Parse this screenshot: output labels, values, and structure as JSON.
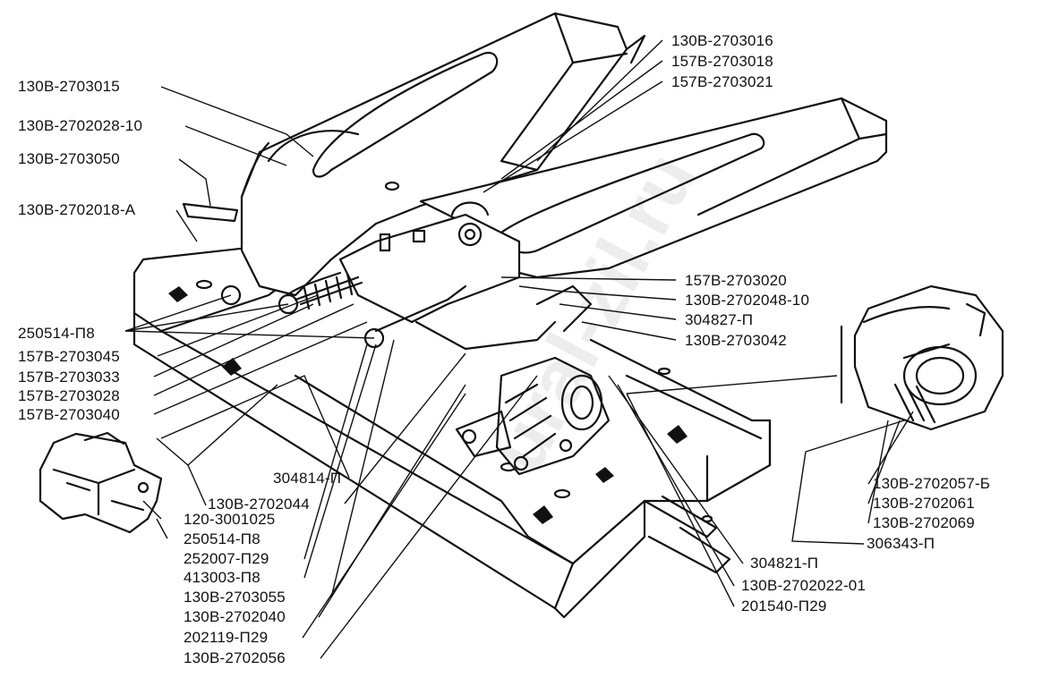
{
  "watermark": "ural-zil.ru",
  "colors": {
    "ink": "#111111",
    "paper": "#ffffff"
  },
  "callouts": {
    "p_130B_2703015": "130В-2703015",
    "p_130B_2702028_10": "130В-2702028-10",
    "p_130B_2703050": "130В-2703050",
    "p_130B_2702018_A": "130В-2702018-А",
    "p_250514_P8_a": "250514-П8",
    "p_157B_2703045": "157В-2703045",
    "p_157B_2703033": "157В-2703033",
    "p_157B_2703028": "157В-2703028",
    "p_157B_2703040": "157В-2703040",
    "p_130B_2703016": "130В-2703016",
    "p_157B_2703018": "157В-2703018",
    "p_157B_2703021": "157В-2703021",
    "p_157B_2703020": "157В-2703020",
    "p_130B_2702048_10": "130В-2702048-10",
    "p_304827_P": "304827-П",
    "p_130B_2703042": "130В-2703042",
    "p_304814_P": "304814-П",
    "p_130B_2702044": "130В-2702044",
    "p_120_3001025": "120-3001025",
    "p_250514_P8_b": "250514-П8",
    "p_252007_P29": "252007-П29",
    "p_413003_P8": "413003-П8",
    "p_130B_2703055": "130В-2703055",
    "p_130B_2702040": "130В-2702040",
    "p_202119_P29": "202119-П29",
    "p_130B_2702056": "130В-2702056",
    "p_304821_P": "304821-П",
    "p_130B_2702022_01": "130В-2702022-01",
    "p_201540_P29": "201540-П29",
    "p_130B_2702057_B": "130В-2702057-Б",
    "p_130B_2702061": "130В-2702061",
    "p_130B_2702069": "130В-2702069",
    "p_306343_P": "306343-П"
  }
}
